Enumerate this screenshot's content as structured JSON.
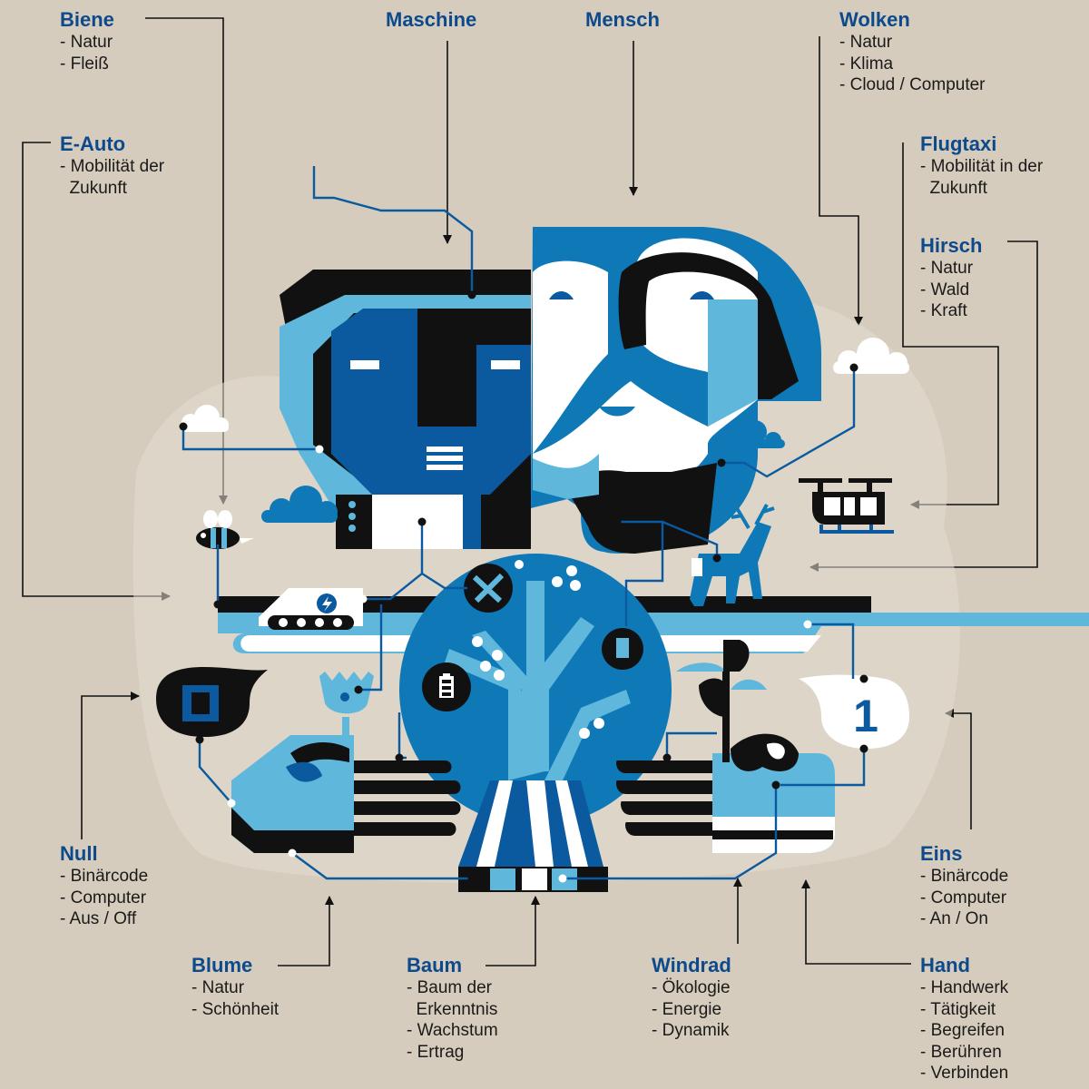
{
  "labels": {
    "biene": {
      "title": "Biene",
      "items": [
        "- Natur",
        "- Fleiß"
      ]
    },
    "maschine": {
      "title": "Maschine",
      "items": []
    },
    "mensch": {
      "title": "Mensch",
      "items": []
    },
    "wolken": {
      "title": "Wolken",
      "items": [
        "- Natur",
        "- Klima",
        "- Cloud / Computer"
      ]
    },
    "eauto": {
      "title": "E-Auto",
      "items": [
        "- Mobilität der",
        "  Zukunft"
      ]
    },
    "flugtaxi": {
      "title": "Flugtaxi",
      "items": [
        "- Mobilität in der",
        "  Zukunft"
      ]
    },
    "hirsch": {
      "title": "Hirsch",
      "items": [
        "- Natur",
        "- Wald",
        "- Kraft"
      ]
    },
    "null": {
      "title": "Null",
      "items": [
        "- Binärcode",
        "- Computer",
        "- Aus / Off"
      ]
    },
    "eins": {
      "title": "Eins",
      "items": [
        "- Binärcode",
        "- Computer",
        "- An / On"
      ]
    },
    "blume": {
      "title": "Blume",
      "items": [
        "- Natur",
        "- Schönheit"
      ]
    },
    "baum": {
      "title": "Baum",
      "items": [
        "- Baum der",
        "  Erkenntnis",
        "- Wachstum",
        "- Ertrag"
      ]
    },
    "windrad": {
      "title": "Windrad",
      "items": [
        "- Ökologie",
        "- Energie",
        "- Dynamik"
      ]
    },
    "hand": {
      "title": "Hand",
      "items": [
        "- Handwerk",
        "- Tätigkeit",
        "- Begreifen",
        "- Berühren",
        "- Verbinden"
      ]
    }
  },
  "digits": {
    "zero": "0",
    "one": "1"
  },
  "colors": {
    "background": "#d6ccbd",
    "navy": "#0d4a8c",
    "dark_blue": "#0b5aa0",
    "mid_blue": "#0f79b8",
    "light_blue": "#5fb8dc",
    "black": "#111111",
    "white": "#ffffff"
  }
}
